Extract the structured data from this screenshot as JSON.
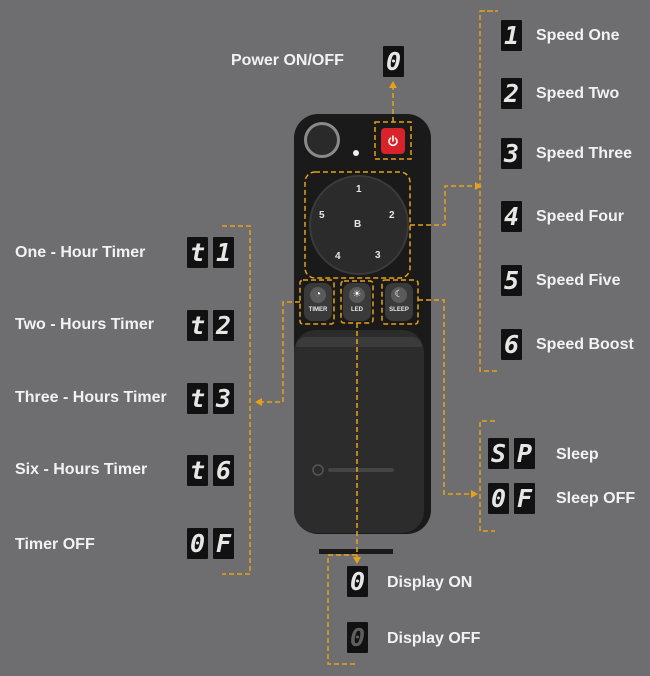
{
  "power": {
    "label": "Power ON/OFF",
    "code": "0"
  },
  "speeds": [
    {
      "code": "1",
      "label": "Speed One"
    },
    {
      "code": "2",
      "label": "Speed Two"
    },
    {
      "code": "3",
      "label": "Speed Three"
    },
    {
      "code": "4",
      "label": "Speed Four"
    },
    {
      "code": "5",
      "label": "Speed Five"
    },
    {
      "code": "6",
      "label": "Speed Boost"
    }
  ],
  "timers": [
    {
      "label": "One - Hour Timer",
      "c1": "t",
      "c2": "1"
    },
    {
      "label": "Two - Hours Timer",
      "c1": "t",
      "c2": "2"
    },
    {
      "label": "Three - Hours Timer",
      "c1": "t",
      "c2": "3"
    },
    {
      "label": "Six - Hours Timer",
      "c1": "t",
      "c2": "6"
    },
    {
      "label": "Timer OFF",
      "c1": "0",
      "c2": "F"
    }
  ],
  "sleep": [
    {
      "label": "Sleep",
      "c1": "S",
      "c2": "P"
    },
    {
      "label": "Sleep OFF",
      "c1": "0",
      "c2": "F"
    }
  ],
  "display": [
    {
      "label": "Display ON",
      "code": "0"
    },
    {
      "label": "Display OFF",
      "code": "0"
    }
  ],
  "remote": {
    "dial": {
      "n1": "1",
      "n2": "2",
      "n3": "3",
      "n4": "4",
      "n5": "5",
      "center": "B"
    },
    "timer_btn": "TIMER",
    "led_btn": "LED",
    "sleep_btn": "SLEEP"
  },
  "colors": {
    "background": "#6e6e70",
    "accent_dashed": "#e6a117",
    "power_red": "#d8232a",
    "display_bg": "#111111"
  },
  "icons": [
    "power-icon",
    "timer-icon",
    "led-icon",
    "moon-icon"
  ]
}
